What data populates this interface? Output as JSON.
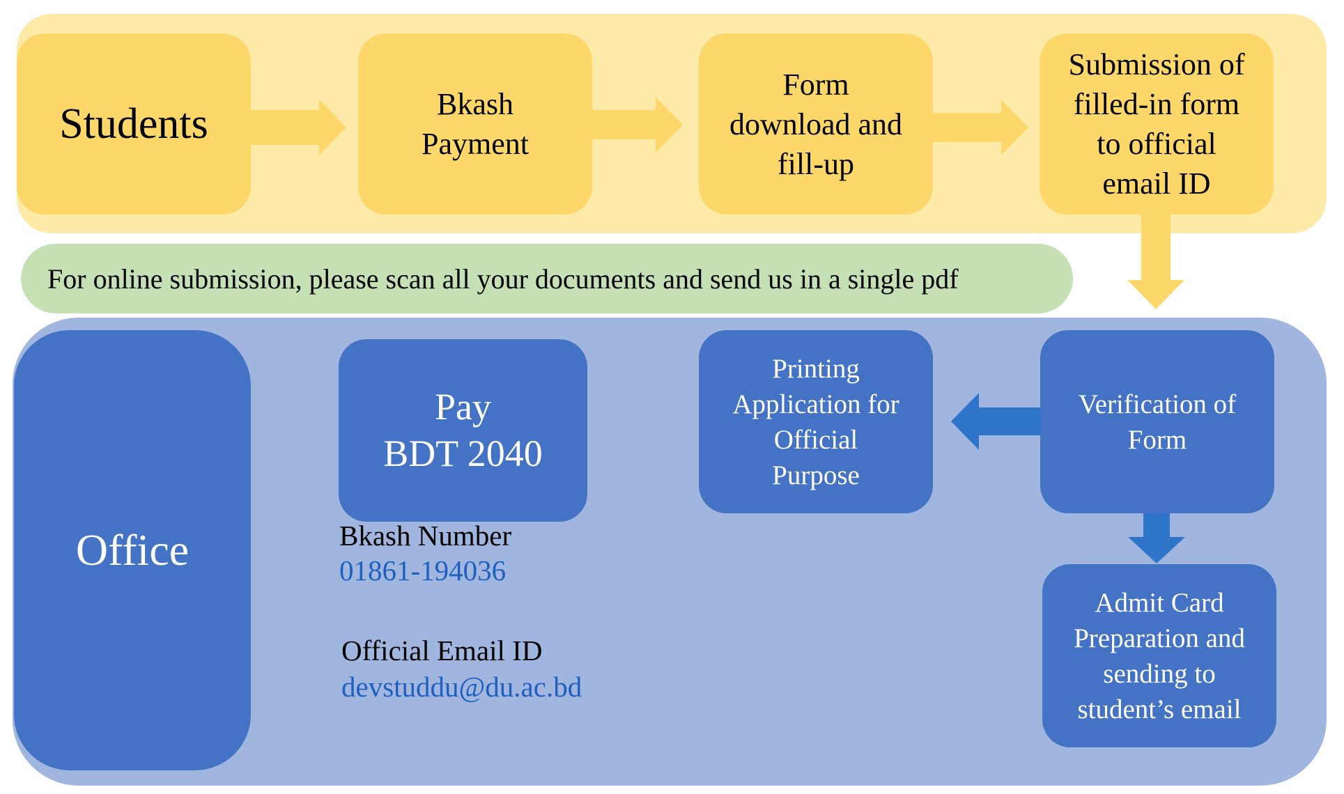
{
  "colors": {
    "student_band": "#fdeaa8",
    "student_box": "#fdd76a",
    "office_band": "#a0b6df",
    "office_box": "#4472c4",
    "note": "#c5e0b4",
    "link_text": "#1f5fbf",
    "yellow_arrow": "#fdd76a",
    "blue_arrow": "#2e75c9"
  },
  "students": {
    "label": "Students",
    "steps": [
      "Bkash\nPayment",
      "Form\ndownload and\nfill-up",
      "Submission of\nfilled-in form\nto official\nemail ID"
    ]
  },
  "note": "For online submission, please scan all your documents and send us in a single pdf",
  "office": {
    "label": "Office",
    "pay": "Pay\nBDT 2040",
    "bkash_label": "Bkash Number",
    "bkash_number": "01861-194036",
    "email_label": "Official Email ID",
    "email": "devstuddu@du.ac.bd",
    "verification": "Verification of\nForm",
    "printing": "Printing\nApplication for\nOfficial\nPurpose",
    "admit_card": "Admit Card\nPreparation and\nsending to\nstudent’s email"
  }
}
